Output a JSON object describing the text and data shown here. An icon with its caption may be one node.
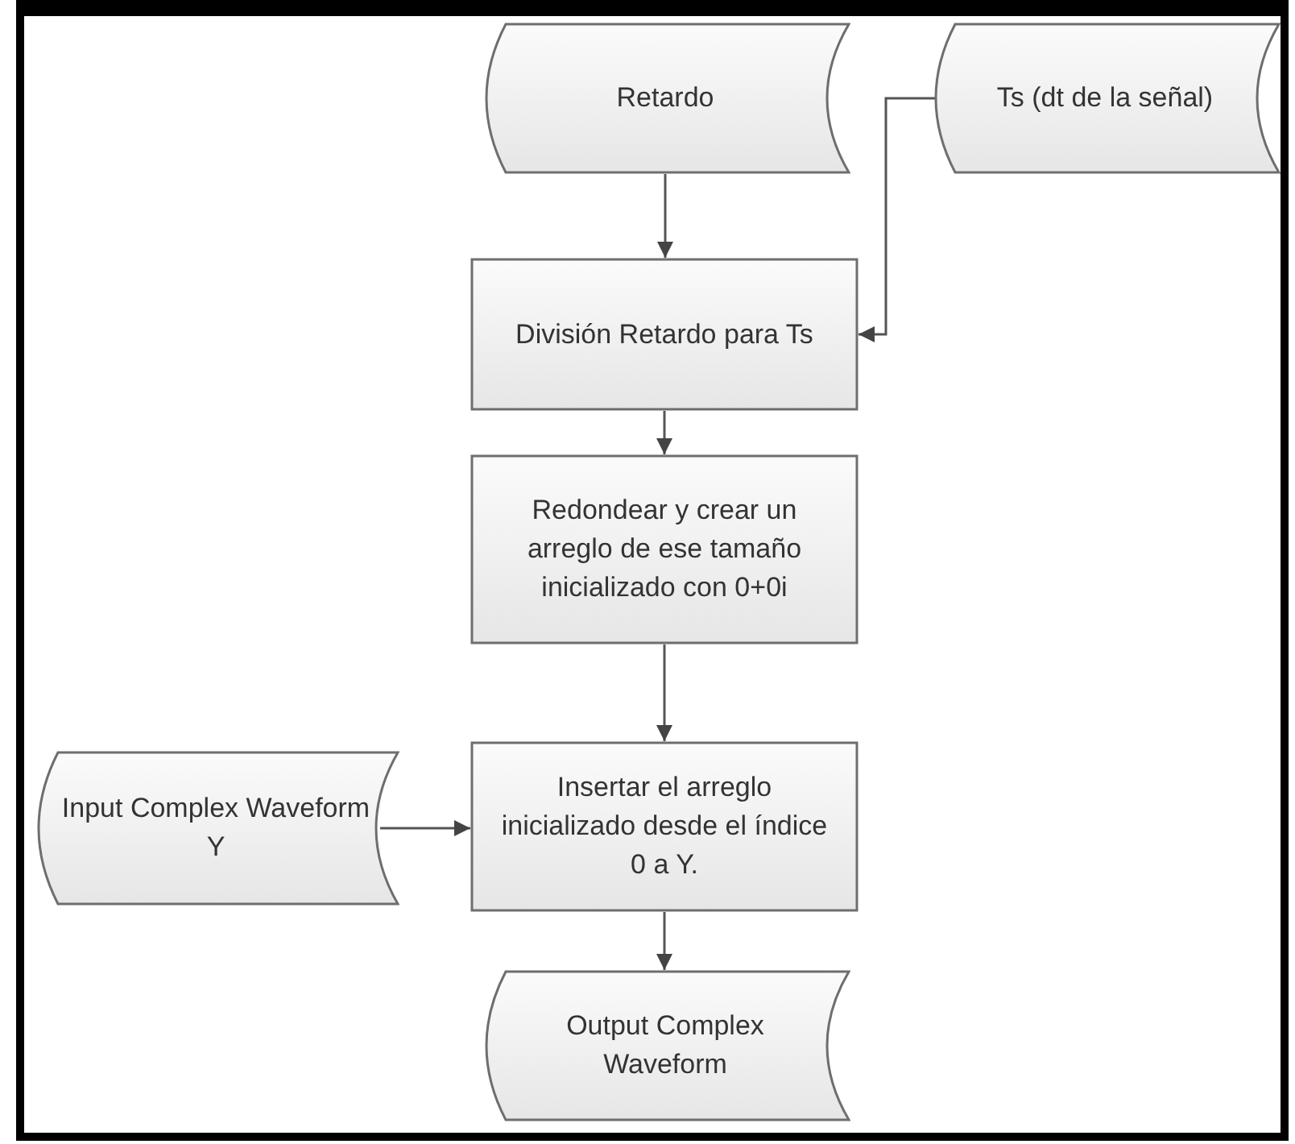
{
  "diagram": {
    "nodes": [
      {
        "text": [
          "Retardo"
        ]
      },
      {
        "text": [
          "Ts (dt de la señal)"
        ]
      },
      {
        "text": [
          "División Retardo para Ts"
        ]
      },
      {
        "text": [
          "Redondear y crear un arreglo de ese tamaño inicializado con 0+0i"
        ]
      },
      {
        "text": [
          "Insertar el arreglo inicializado desde el índice 0 a Y."
        ]
      },
      {
        "text": [
          "Input Complex Waveform Y"
        ]
      },
      {
        "text": [
          "Output Complex Waveform"
        ]
      }
    ],
    "edges": [
      {
        "from": 0,
        "to": 2,
        "arrow": "to"
      },
      {
        "from": 1,
        "to": 2,
        "arrow": "to"
      },
      {
        "from": 2,
        "to": 3,
        "arrow": "to"
      },
      {
        "from": 3,
        "to": 4,
        "arrow": "to"
      },
      {
        "from": 5,
        "to": 4,
        "arrow": "to"
      },
      {
        "from": 4,
        "to": 6,
        "arrow": "to"
      }
    ]
  }
}
